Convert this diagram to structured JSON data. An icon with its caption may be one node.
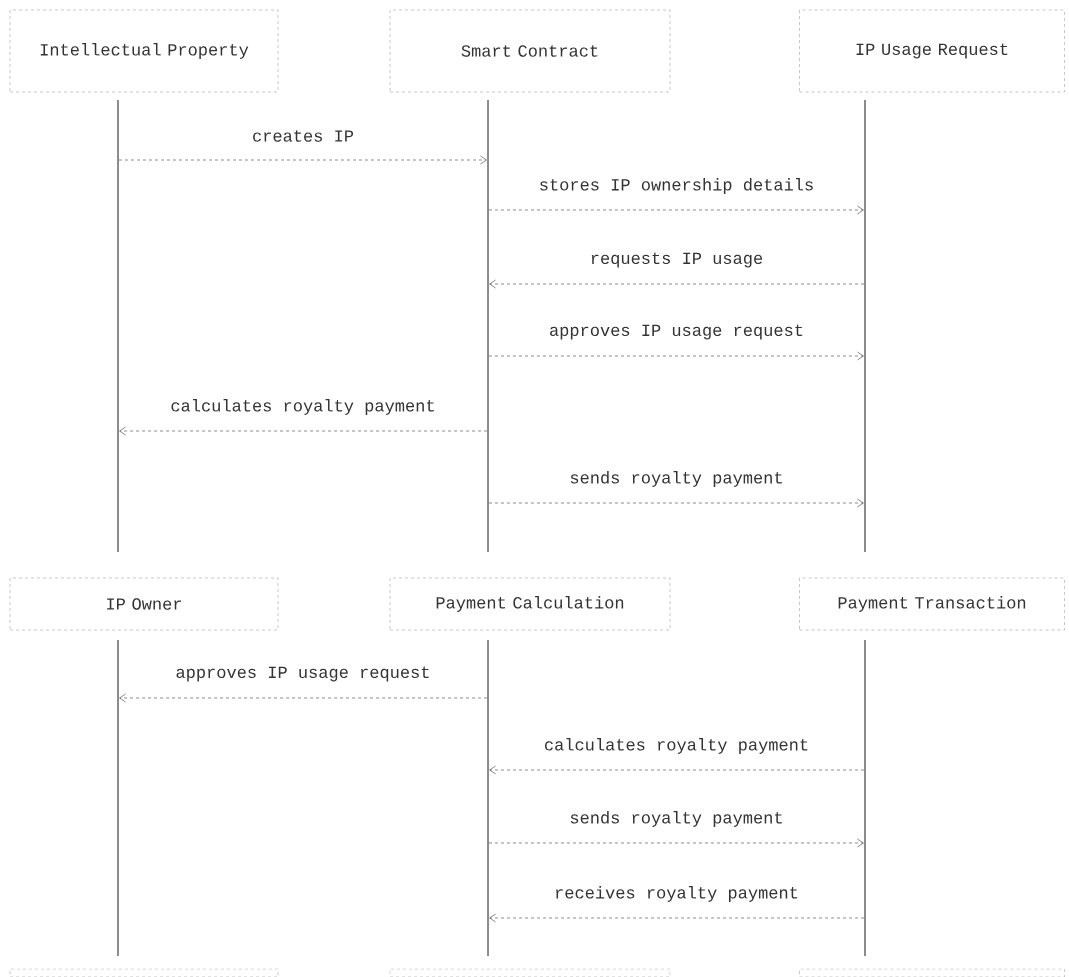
{
  "diagram": {
    "nodes": [
      {
        "text": [
          "Intellectual Property"
        ]
      },
      {
        "text": [
          "Smart Contract"
        ]
      },
      {
        "text": [
          "IP Usage Request"
        ]
      },
      {
        "text": [],
        "shape": "bar"
      },
      {
        "text": [],
        "shape": "bar"
      },
      {
        "text": [],
        "shape": "bar"
      },
      {
        "text": [
          "IP Owner"
        ]
      },
      {
        "text": [
          "Payment Calculation"
        ]
      },
      {
        "text": [
          "Payment Transaction"
        ]
      },
      {
        "text": [],
        "shape": "bar"
      },
      {
        "text": [],
        "shape": "bar"
      },
      {
        "text": [],
        "shape": "bar"
      },
      {
        "text": [],
        "shape": "box"
      },
      {
        "text": [],
        "shape": "box"
      },
      {
        "text": [],
        "shape": "box"
      }
    ],
    "edges": [
      {
        "from": 3,
        "to": 4,
        "arrow": "to",
        "label": "creates IP",
        "style": "dashed"
      },
      {
        "from": 4,
        "to": 5,
        "arrow": "to",
        "label": "stores IP ownership details",
        "style": "dashed"
      },
      {
        "from": 5,
        "to": 4,
        "arrow": "to",
        "label": "requests IP usage",
        "style": "dashed"
      },
      {
        "from": 4,
        "to": 5,
        "arrow": "to",
        "label": "approves IP usage request",
        "style": "dashed"
      },
      {
        "from": 4,
        "to": 3,
        "arrow": "to",
        "label": "calculates royalty payment",
        "style": "dashed"
      },
      {
        "from": 4,
        "to": 5,
        "arrow": "to",
        "label": "sends royalty payment",
        "style": "dashed"
      },
      {
        "from": 10,
        "to": 9,
        "arrow": "to",
        "label": "approves IP usage request",
        "style": "dashed"
      },
      {
        "from": 11,
        "to": 10,
        "arrow": "to",
        "label": "calculates royalty payment",
        "style": "dashed"
      },
      {
        "from": 10,
        "to": 11,
        "arrow": "to",
        "label": "sends royalty payment",
        "style": "dashed"
      },
      {
        "from": 11,
        "to": 10,
        "arrow": "to",
        "label": "receives royalty payment",
        "style": "dashed"
      }
    ]
  }
}
